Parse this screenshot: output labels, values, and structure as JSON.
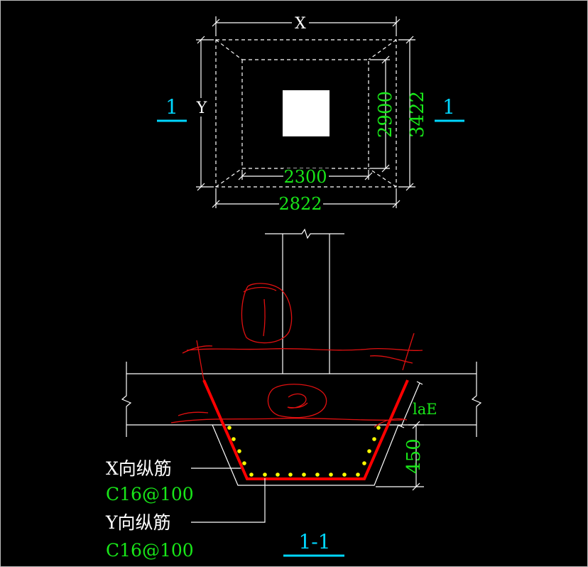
{
  "colors": {
    "background": "#000000",
    "line": "#ffffff",
    "dimension_text": "#19e619",
    "section_mark": "#00d7ff",
    "rebar": "#ff0000",
    "rebar_dots": "#ffff00",
    "sketch": "#e01010"
  },
  "plan": {
    "x_label": "X",
    "y_label": "Y",
    "dim_inner_height": "2900",
    "dim_outer_height": "3422",
    "dim_inner_width": "2300",
    "dim_outer_width": "2822",
    "section_mark_left": "1",
    "section_mark_right": "1"
  },
  "section": {
    "anchorage_label": "laE",
    "depth_dim": "450",
    "title": "1-1",
    "sketch_marks": [
      "1",
      "2"
    ]
  },
  "annotations": {
    "x_rebar_label": "X向纵筋",
    "x_rebar_spec": "C16@100",
    "y_rebar_label": "Y向纵筋",
    "y_rebar_spec": "C16@100"
  }
}
